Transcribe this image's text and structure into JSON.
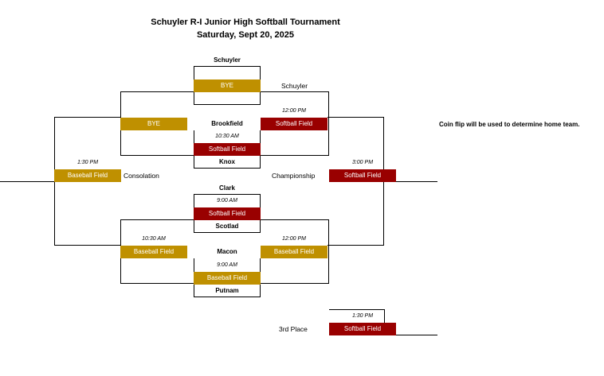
{
  "header": {
    "title": "Schuyler R-I Junior High Softball Tournament",
    "date": "Saturday, Sept 20, 2025"
  },
  "note": "Coin flip will be used to determine home team.",
  "colors": {
    "baseball_field": "#bf9000",
    "softball_field": "#990000"
  },
  "first_round": [
    {
      "team_a": "Schuyler",
      "field": "BYE",
      "result": "Schuyler"
    },
    {
      "team_a": "Brookfield",
      "time": "10:30 AM",
      "field": "Softball Field",
      "team_b": "Knox"
    },
    {
      "team_a": "Clark",
      "time": "9:00 AM",
      "field": "Softball Field",
      "team_b": "Scotlad"
    },
    {
      "team_a": "Macon",
      "time": "9:00 AM",
      "field": "Baseball Field",
      "team_b": "Putnam"
    }
  ],
  "second_round": {
    "left_top": {
      "field": "BYE"
    },
    "left_bottom": {
      "time": "10:30 AM",
      "field": "Baseball Field"
    },
    "right_top": {
      "time": "12:00 PM",
      "field": "Softball Field"
    },
    "right_bottom": {
      "time": "12:00 PM",
      "field": "Baseball Field"
    }
  },
  "consolation": {
    "label": "Consolation",
    "time": "1:30 PM",
    "field": "Baseball Field"
  },
  "championship": {
    "label": "Championship",
    "time": "3:00 PM",
    "field": "Softball Field"
  },
  "third_place": {
    "label": "3rd Place",
    "time": "1:30 PM",
    "field": "Softball Field"
  }
}
